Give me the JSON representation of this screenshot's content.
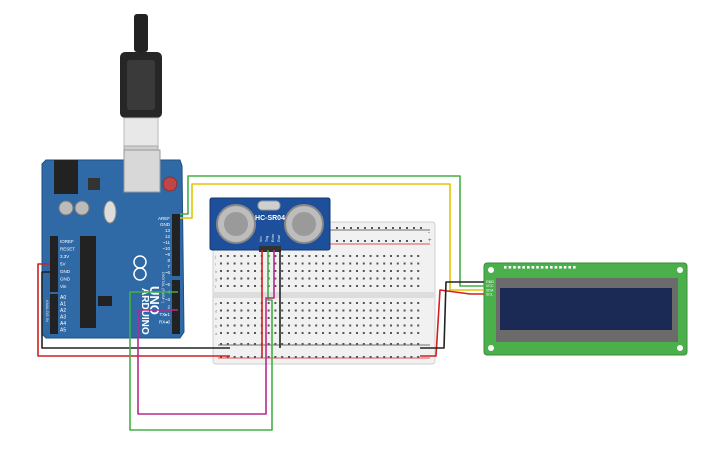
{
  "arduino": {
    "brand": "ARDUINO",
    "model": "UNO",
    "digital_header": "DIGITAL (PWM~)",
    "analog_header": "ANALOG IN",
    "power_pins": [
      "IOREF",
      "RESET",
      "3.3V",
      "5V",
      "GND",
      "GND",
      "Vin"
    ],
    "analog_pins": [
      "A0",
      "A1",
      "A2",
      "A3",
      "A4",
      "A5"
    ],
    "digital_pins": [
      "AREF",
      "GND",
      "13",
      "12",
      "~11",
      "~10",
      "~9",
      "8",
      "7",
      "~6",
      "~5",
      "4",
      "~3",
      "2",
      "TX▸1",
      "RX◂0"
    ]
  },
  "sensor": {
    "label": "HC-SR04",
    "pins": [
      "Vcc",
      "Trig",
      "Echo",
      "Gnd"
    ]
  },
  "breadboard": {
    "row_letters_top": [
      "j",
      "i",
      "h",
      "g",
      "f"
    ],
    "row_letters_bottom": [
      "e",
      "d",
      "c",
      "b",
      "a"
    ],
    "rail_plus": "+",
    "rail_minus": "-"
  },
  "lcd": {
    "pins": [
      "GND",
      "VCC",
      "SDA",
      "SCL"
    ]
  },
  "colors": {
    "board": "#2f6aa7",
    "sensor": "#1d4f9a",
    "lcd_pcb": "#4bb04b",
    "lcd_screen": "#1b2a55",
    "wire_red": "#d02020",
    "wire_black": "#222222",
    "wire_green": "#43b043",
    "wire_yellow": "#e4c400",
    "wire_magenta": "#b82a8c"
  }
}
